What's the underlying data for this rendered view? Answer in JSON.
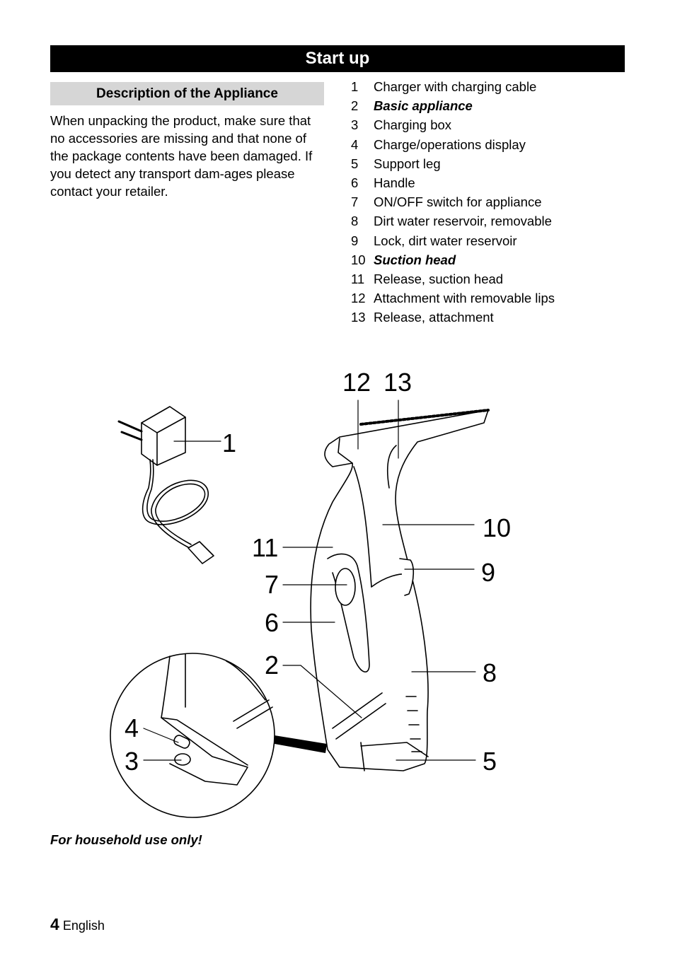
{
  "section_title": "Start up",
  "subsection_title": "Description of the Appliance",
  "intro_text": "When unpacking the product, make sure that no accessories are missing and that none of the package contents have been damaged. If you detect any transport dam-ages please contact your retailer.",
  "parts": [
    {
      "num": "1",
      "label": "Charger with charging cable",
      "emphasis": false
    },
    {
      "num": "2",
      "label": "Basic appliance",
      "emphasis": true
    },
    {
      "num": "3",
      "label": "Charging box",
      "emphasis": false
    },
    {
      "num": "4",
      "label": "Charge/operations display",
      "emphasis": false
    },
    {
      "num": "5",
      "label": "Support leg",
      "emphasis": false
    },
    {
      "num": "6",
      "label": "Handle",
      "emphasis": false
    },
    {
      "num": "7",
      "label": "ON/OFF switch for appliance",
      "emphasis": false
    },
    {
      "num": "8",
      "label": "Dirt water reservoir, removable",
      "emphasis": false
    },
    {
      "num": "9",
      "label": "Lock, dirt water reservoir",
      "emphasis": false
    },
    {
      "num": "10",
      "label": "Suction head",
      "emphasis": true
    },
    {
      "num": "11",
      "label": "Release, suction head",
      "emphasis": false
    },
    {
      "num": "12",
      "label": "Attachment with removable lips",
      "emphasis": false
    },
    {
      "num": "13",
      "label": "Release, attachment",
      "emphasis": false
    }
  ],
  "figure": {
    "callouts": {
      "c1": "1",
      "c2": "2",
      "c3": "3",
      "c4": "4",
      "c5": "5",
      "c6": "6",
      "c7": "7",
      "c8": "8",
      "c9": "9",
      "c10": "10",
      "c11": "11",
      "c12": "12",
      "c13": "13"
    }
  },
  "footnote": "For household use only!",
  "footer": {
    "page_number": "4",
    "language": "English"
  }
}
